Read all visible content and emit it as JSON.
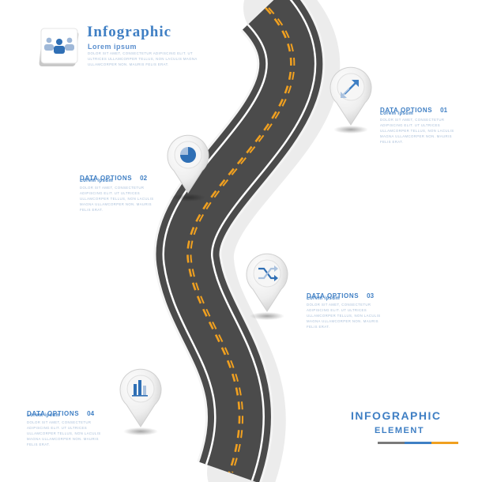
{
  "header": {
    "title": "Infographic",
    "subtitle": "Lorem ipsum",
    "body": "DOLOR SIT AMET, CONSECTETUR ADIPISCING ELIT. UT ULTRICES ULLAMCORPER TELLUS, NON LACULIS MAGNA ULLAMCORPER NON. MAURIS FELIS ERAT."
  },
  "options": [
    {
      "title": "DATA OPTIONS",
      "number": "01",
      "subtitle": "Lorem ipsum",
      "body": "DOLOR SIT AMET, CONSECTETUR ADIPISCING ELIT. UT ULTRICES ULLAMCORPER TELLUS, NON LACULIS MAGNA ULLAMCORPER NON. MAURIS FELIS ERAT.",
      "icon": "arrows-diagonal-icon"
    },
    {
      "title": "DATA OPTIONS",
      "number": "02",
      "subtitle": "Lorem ipsum",
      "body": "DOLOR SIT AMET, CONSECTETUR ADIPISCING ELIT. UT ULTRICES ULLAMCORPER TELLUS, NON LACULIS MAGNA ULLAMCORPER NON. MAURIS FELIS ERAT.",
      "icon": "pie-chart-icon"
    },
    {
      "title": "DATA OPTIONS",
      "number": "03",
      "subtitle": "Lorem ipsum",
      "body": "DOLOR SIT AMET, CONSECTETUR ADIPISCING ELIT. UT ULTRICES ULLAMCORPER TELLUS, NON LACULIS MAGNA ULLAMCORPER NON. MAURIS FELIS ERAT.",
      "icon": "shuffle-icon"
    },
    {
      "title": "DATA OPTIONS",
      "number": "04",
      "subtitle": "Lorem ipsum",
      "body": "DOLOR SIT AMET, CONSECTETUR ADIPISCING ELIT. UT ULTRICES ULLAMCORPER TELLUS, NON LACULIS MAGNA ULLAMCORPER NON. MAURIS FELIS ERAT.",
      "icon": "bar-chart-icon"
    }
  ],
  "footer": {
    "line1": "INFOGRAPHIC",
    "line2": "ELEMENT",
    "bar_colors": [
      "#7a7a7a",
      "#3f7fc4",
      "#f0a020"
    ]
  },
  "colors": {
    "accent": "#3f7fc4",
    "road": "#4a4a4a",
    "center_line": "#f0a020"
  }
}
